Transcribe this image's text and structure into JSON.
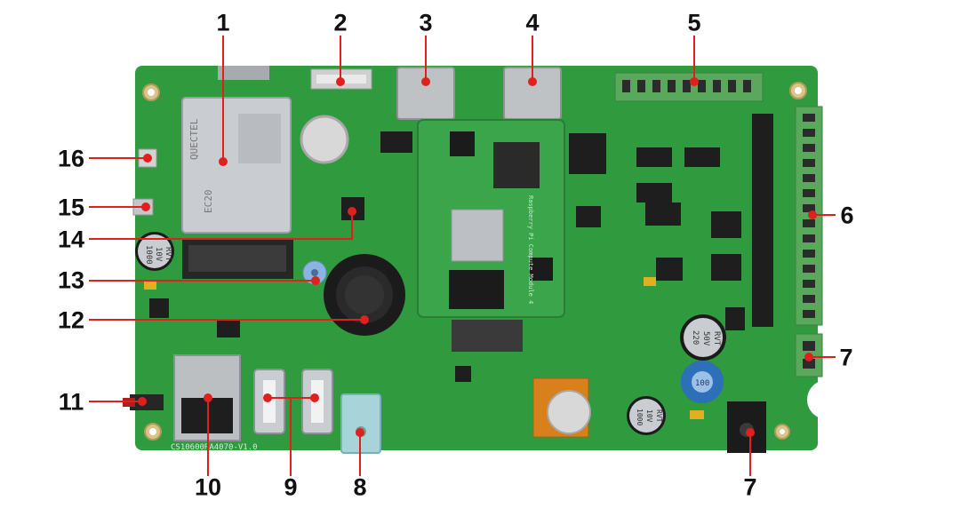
{
  "callouts": [
    {
      "id": "1",
      "label": "1"
    },
    {
      "id": "2",
      "label": "2"
    },
    {
      "id": "3",
      "label": "3"
    },
    {
      "id": "4",
      "label": "4"
    },
    {
      "id": "5",
      "label": "5"
    },
    {
      "id": "6",
      "label": "6"
    },
    {
      "id": "7a",
      "label": "7"
    },
    {
      "id": "7b",
      "label": "7"
    },
    {
      "id": "8",
      "label": "8"
    },
    {
      "id": "9",
      "label": "9"
    },
    {
      "id": "10",
      "label": "10"
    },
    {
      "id": "11",
      "label": "11"
    },
    {
      "id": "12",
      "label": "12"
    },
    {
      "id": "13",
      "label": "13"
    },
    {
      "id": "14",
      "label": "14"
    },
    {
      "id": "15",
      "label": "15"
    },
    {
      "id": "16",
      "label": "16"
    }
  ],
  "board": {
    "silkscreen": "CS10600RA4070-V1.0",
    "module_brand": "QUECTEL",
    "module_model": "EC20",
    "cm4_label": "Raspberry Pi Compute Module 4",
    "cap_big": {
      "line1": "220",
      "line2": "50V",
      "line3": "RVT"
    },
    "cap_small": {
      "line1": "1000",
      "line2": "10V",
      "line3": "RVT"
    },
    "cap_left": {
      "line1": "1000",
      "line2": "10V",
      "line3": "RVT"
    },
    "inductor_mark": "100"
  },
  "colors": {
    "pcb": "#2f9a3e",
    "pcb_dark": "#237a30",
    "callout_line": "#e0201c",
    "callout_dot": "#e0201c",
    "label": "#111111"
  }
}
